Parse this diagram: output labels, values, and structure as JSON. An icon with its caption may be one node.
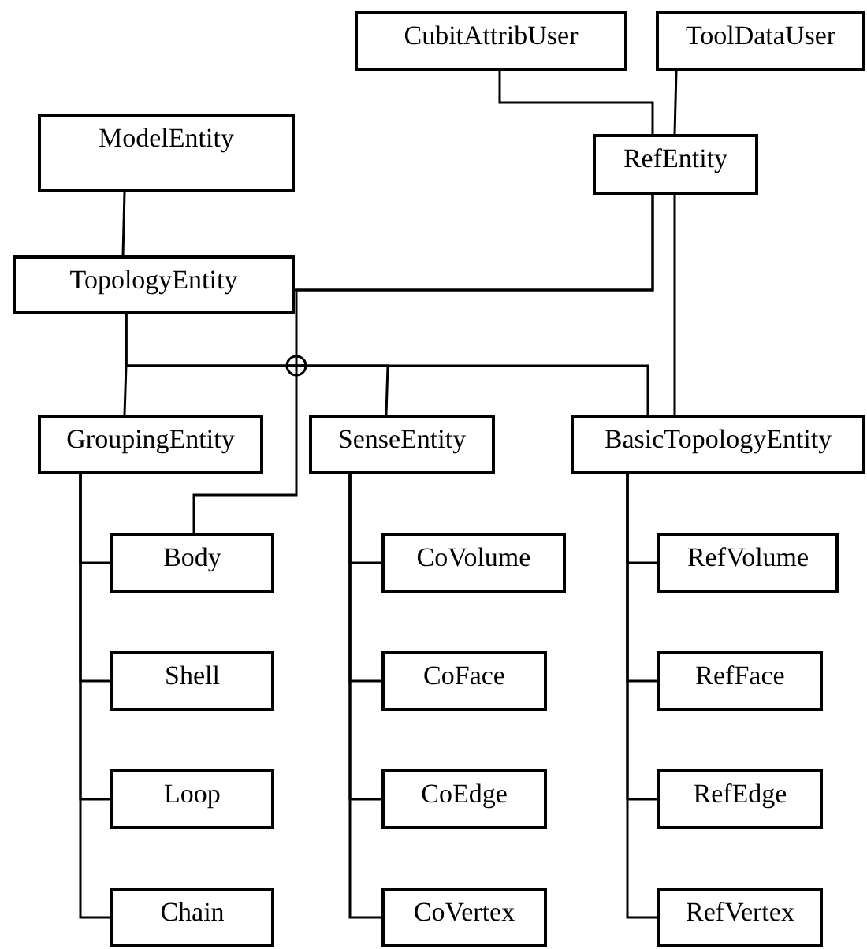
{
  "diagram": {
    "nodes": [
      {
        "text": [
          "CubitAttribUser"
        ]
      },
      {
        "text": [
          "ToolDataUser"
        ]
      },
      {
        "text": [
          "ModelEntity"
        ]
      },
      {
        "text": [
          "RefEntity"
        ]
      },
      {
        "text": [
          "TopologyEntity"
        ]
      },
      {
        "text": [
          "GroupingEntity"
        ]
      },
      {
        "text": [
          "SenseEntity"
        ]
      },
      {
        "text": [
          "BasicTopologyEntity"
        ]
      },
      {
        "text": [
          "Body"
        ]
      },
      {
        "text": [
          "Shell"
        ]
      },
      {
        "text": [
          "Loop"
        ]
      },
      {
        "text": [
          "Chain"
        ]
      },
      {
        "text": [
          "CoVolume"
        ]
      },
      {
        "text": [
          "CoFace"
        ]
      },
      {
        "text": [
          "CoEdge"
        ]
      },
      {
        "text": [
          "CoVertex"
        ]
      },
      {
        "text": [
          "RefVolume"
        ]
      },
      {
        "text": [
          "RefFace"
        ]
      },
      {
        "text": [
          "RefEdge"
        ]
      },
      {
        "text": [
          "RefVertex"
        ]
      }
    ],
    "edges": [
      {
        "from": 0,
        "to": 3,
        "arrow": "none"
      },
      {
        "from": 1,
        "to": 3,
        "arrow": "none"
      },
      {
        "from": 2,
        "to": 4,
        "arrow": "none"
      },
      {
        "from": 3,
        "to": 4,
        "arrow": "none"
      },
      {
        "from": 3,
        "to": 8,
        "arrow": "none"
      },
      {
        "from": 4,
        "to": 5,
        "arrow": "none"
      },
      {
        "from": 4,
        "to": 6,
        "arrow": "none"
      },
      {
        "from": 4,
        "to": 7,
        "arrow": "none"
      },
      {
        "from": 3,
        "to": 7,
        "arrow": "none"
      },
      {
        "from": 5,
        "to": 8,
        "arrow": "none"
      },
      {
        "from": 5,
        "to": 9,
        "arrow": "none"
      },
      {
        "from": 5,
        "to": 10,
        "arrow": "none"
      },
      {
        "from": 5,
        "to": 11,
        "arrow": "none"
      },
      {
        "from": 6,
        "to": 12,
        "arrow": "none"
      },
      {
        "from": 6,
        "to": 13,
        "arrow": "none"
      },
      {
        "from": 6,
        "to": 14,
        "arrow": "none"
      },
      {
        "from": 6,
        "to": 15,
        "arrow": "none"
      },
      {
        "from": 7,
        "to": 16,
        "arrow": "none"
      },
      {
        "from": 7,
        "to": 17,
        "arrow": "none"
      },
      {
        "from": 7,
        "to": 18,
        "arrow": "none"
      },
      {
        "from": 7,
        "to": 19,
        "arrow": "none"
      }
    ]
  }
}
